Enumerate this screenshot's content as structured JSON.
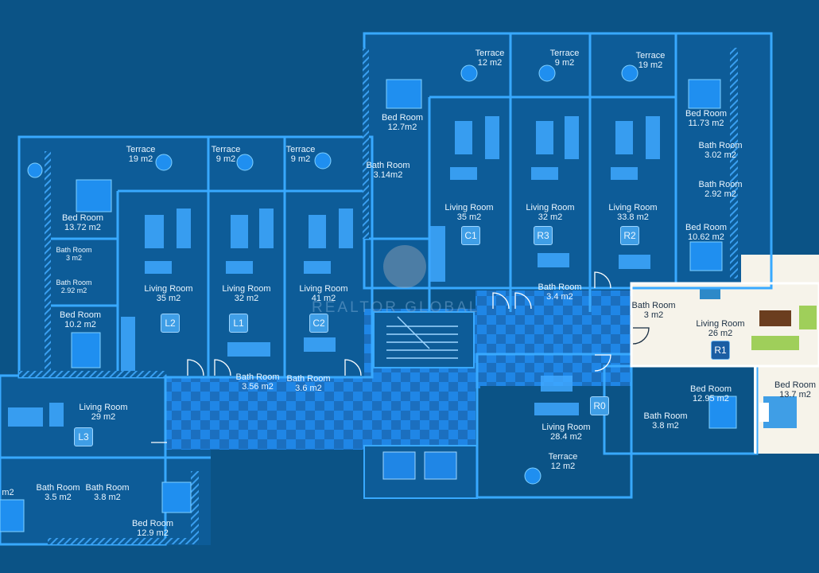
{
  "plan": {
    "watermark": "REALTOR GLOBAL",
    "colors": {
      "background": "#0b5386",
      "walls": "#38a9ff",
      "highlight_unit": "#f6f3ea",
      "badge": "#3f9ee6"
    },
    "units": [
      {
        "id": "L2",
        "label": "L2"
      },
      {
        "id": "L1",
        "label": "L1"
      },
      {
        "id": "C2",
        "label": "C2"
      },
      {
        "id": "C1",
        "label": "C1"
      },
      {
        "id": "R3",
        "label": "R3"
      },
      {
        "id": "R2",
        "label": "R2"
      },
      {
        "id": "R1",
        "label": "R1"
      },
      {
        "id": "R0",
        "label": "R0"
      },
      {
        "id": "L3",
        "label": "L3"
      }
    ],
    "rooms": [
      {
        "name": "Terrace",
        "area": "19 m2"
      },
      {
        "name": "Terrace",
        "area": "9 m2"
      },
      {
        "name": "Terrace",
        "area": "9 m2"
      },
      {
        "name": "Bed Room",
        "area": "13.72 m2"
      },
      {
        "name": "Bath Room",
        "area": "3 m2"
      },
      {
        "name": "Bath Room",
        "area": "2.92 m2"
      },
      {
        "name": "Bed Room",
        "area": "10.2 m2"
      },
      {
        "name": "Living Room",
        "area": "35 m2"
      },
      {
        "name": "Living Room",
        "area": "32 m2"
      },
      {
        "name": "Living Room",
        "area": "41 m2"
      },
      {
        "name": "Bath Room",
        "area": "3.56 m2"
      },
      {
        "name": "Bath Room",
        "area": "3.6 m2"
      },
      {
        "name": "Terrace",
        "area": "12 m2"
      },
      {
        "name": "Terrace",
        "area": "9 m2"
      },
      {
        "name": "Terrace",
        "area": "19 m2"
      },
      {
        "name": "Bed Room",
        "area": "12.7m2"
      },
      {
        "name": "Bath Room",
        "area": "3.14m2"
      },
      {
        "name": "Living Room",
        "area": "35 m2"
      },
      {
        "name": "Living Room",
        "area": "32 m2"
      },
      {
        "name": "Living Room",
        "area": "33.8 m2"
      },
      {
        "name": "Bath Room",
        "area": "3.4 m2"
      },
      {
        "name": "Bed Room",
        "area": "11.73 m2"
      },
      {
        "name": "Bath Room",
        "area": "3.02 m2"
      },
      {
        "name": "Bath Room",
        "area": "2.92 m2"
      },
      {
        "name": "Bed Room",
        "area": "10.62 m2"
      },
      {
        "name": "Bath Room",
        "area": "3 m2"
      },
      {
        "name": "Living Room",
        "area": "26 m2"
      },
      {
        "name": "Bed Room",
        "area": "13.7 m2"
      },
      {
        "name": "Bed Room",
        "area": "12.95 m2"
      },
      {
        "name": "Bath Room",
        "area": "3.8 m2"
      },
      {
        "name": "Living Room",
        "area": "28.4 m2"
      },
      {
        "name": "Terrace",
        "area": "12 m2"
      },
      {
        "name": "Living Room",
        "area": "29 m2"
      },
      {
        "name": "Bath Room",
        "area": "3.5 m2"
      },
      {
        "name": "Bath Room",
        "area": "3.8 m2"
      },
      {
        "name": "Bed Room",
        "area": "12.9 m2"
      },
      {
        "name": "",
        "area": "m2"
      }
    ]
  }
}
